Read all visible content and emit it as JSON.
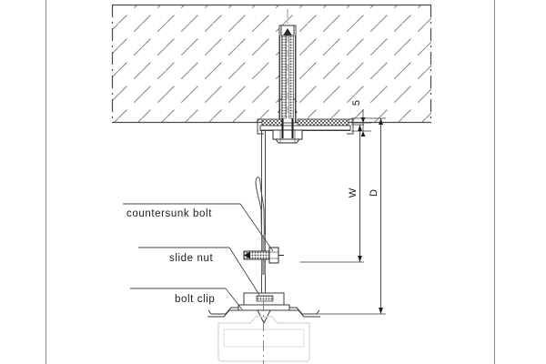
{
  "drawing": {
    "title": "ceiling anchor suspension detail",
    "background_color": "#ffffff",
    "line_color": "#4a4a4a",
    "dark_line_color": "#1a1a1a",
    "ghost_line_color": "#d8d8d8",
    "hatch_color": "#8a8a8a"
  },
  "frame": {
    "left_border": "vertical-rule",
    "right_border": "vertical-rule"
  },
  "annotations": {
    "items": [
      {
        "id": "countersunk-bolt",
        "label": "countersunk bolt"
      },
      {
        "id": "slide-nut",
        "label": "slide nut"
      },
      {
        "id": "bolt-clip",
        "label": "bolt clip"
      }
    ]
  },
  "dimensions": {
    "items": [
      {
        "id": "thickness-5",
        "label": "5",
        "orientation": "vertical"
      },
      {
        "id": "width-w",
        "label": "W",
        "orientation": "vertical"
      },
      {
        "id": "depth-d",
        "label": "D",
        "orientation": "vertical"
      }
    ]
  },
  "components": {
    "slab": "hatched-concrete-slab",
    "anchor_bolt": "threaded-anchor-bolt",
    "hanger_rod": "hanger-rod",
    "ceiling_plate": "perforated-ceiling-plate",
    "wire_loop": "hanger-wire-loop",
    "clip_bracket": "bolt-clip-bracket",
    "ghost_profile": "ghost-panel-outline",
    "centerline": "center-line"
  }
}
